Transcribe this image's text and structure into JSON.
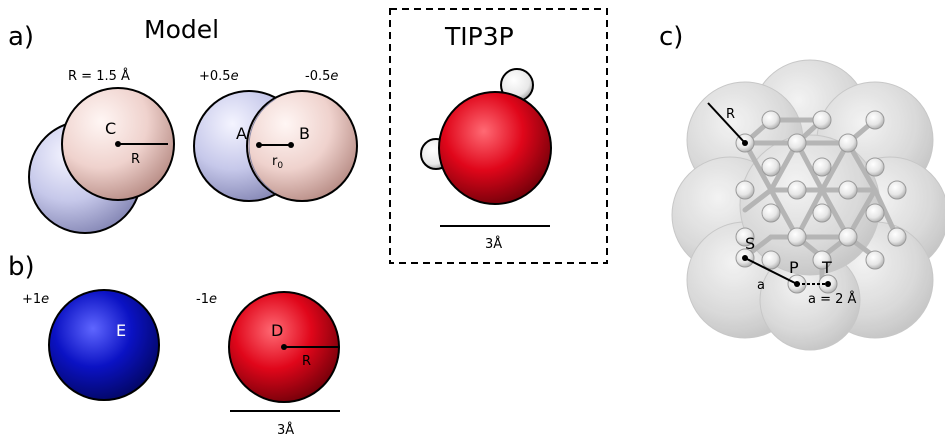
{
  "panel_a": {
    "label": "a)",
    "title": "Model",
    "left_caption": "R = 1.5 Å",
    "charge_plus": "+0.5",
    "charge_minus": "-0.5",
    "charge_unit": "e",
    "site_c": "C",
    "radius_r": "R",
    "site_a": "A",
    "site_b": "B",
    "r0_main": "r",
    "r0_sub": "0"
  },
  "panel_b": {
    "label": "b)",
    "charge_e": "+1",
    "charge_d": "-1",
    "charge_unit": "e",
    "site_e": "E",
    "site_d": "D",
    "radius_r": "R",
    "scale": "3Å"
  },
  "tip3p": {
    "title": "TIP3P",
    "scale": "3Å"
  },
  "panel_c": {
    "label": "c)",
    "radius_r": "R",
    "site_s": "S",
    "site_p": "P",
    "site_t": "T",
    "dist_a": "a",
    "spacing": "a = 2 Å"
  },
  "colors": {
    "lavender_sphere": "#c6c8ea",
    "pink_sphere": "#efd2cd",
    "blue_sphere": "#0b12c4",
    "red_sphere": "#e0061a",
    "cluster_gray": "#cfcfcf"
  }
}
